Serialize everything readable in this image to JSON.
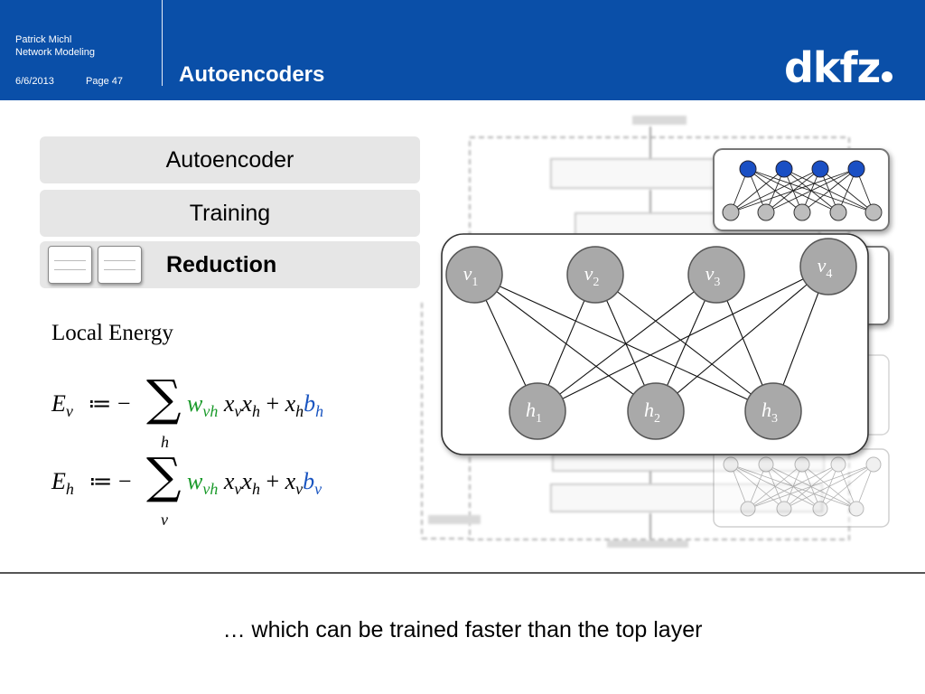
{
  "header": {
    "author": "Patrick Michl",
    "subtitle": "Network Modeling",
    "date": "6/6/2013",
    "page": "Page 47",
    "title": "Autoencoders",
    "logo_text": "dkfz",
    "bg_color": "#0a4fa8"
  },
  "nav": {
    "items": [
      {
        "label": "Autoencoder",
        "active": false
      },
      {
        "label": "Training",
        "active": false
      },
      {
        "label": "Reduction",
        "active": true
      }
    ]
  },
  "formulas": {
    "heading": "Local Energy",
    "ev": {
      "lhs": "E",
      "lhs_sub": "v",
      "assign": "≔ −",
      "sum_index": "h",
      "w": "w",
      "w_sub": "vh",
      "x1": "x",
      "x1_sub": "v",
      "x2": "x",
      "x2_sub": "h",
      "plus": "+",
      "x3": "x",
      "x3_sub": "h",
      "b": "b",
      "b_sub": "h"
    },
    "eh": {
      "lhs": "E",
      "lhs_sub": "h",
      "assign": "≔ −",
      "sum_index": "v",
      "w": "w",
      "w_sub": "vh",
      "x1": "x",
      "x1_sub": "v",
      "x2": "x",
      "x2_sub": "h",
      "plus": "+",
      "x3": "x",
      "x3_sub": "v",
      "b": "b",
      "b_sub": "v"
    },
    "weight_color": "#1a9a2a",
    "bias_color": "#1a55c0"
  },
  "network": {
    "visible": [
      {
        "sym": "v",
        "sub": "1"
      },
      {
        "sym": "v",
        "sub": "2"
      },
      {
        "sym": "v",
        "sub": "3"
      },
      {
        "sym": "v",
        "sub": "4"
      }
    ],
    "hidden": [
      {
        "sym": "h",
        "sub": "1"
      },
      {
        "sym": "h",
        "sub": "2"
      },
      {
        "sym": "h",
        "sub": "3"
      }
    ],
    "node_color": "#a9a9a9",
    "top_node_color": "#1a4fc4"
  },
  "caption": "… which can be trained faster than the top layer"
}
